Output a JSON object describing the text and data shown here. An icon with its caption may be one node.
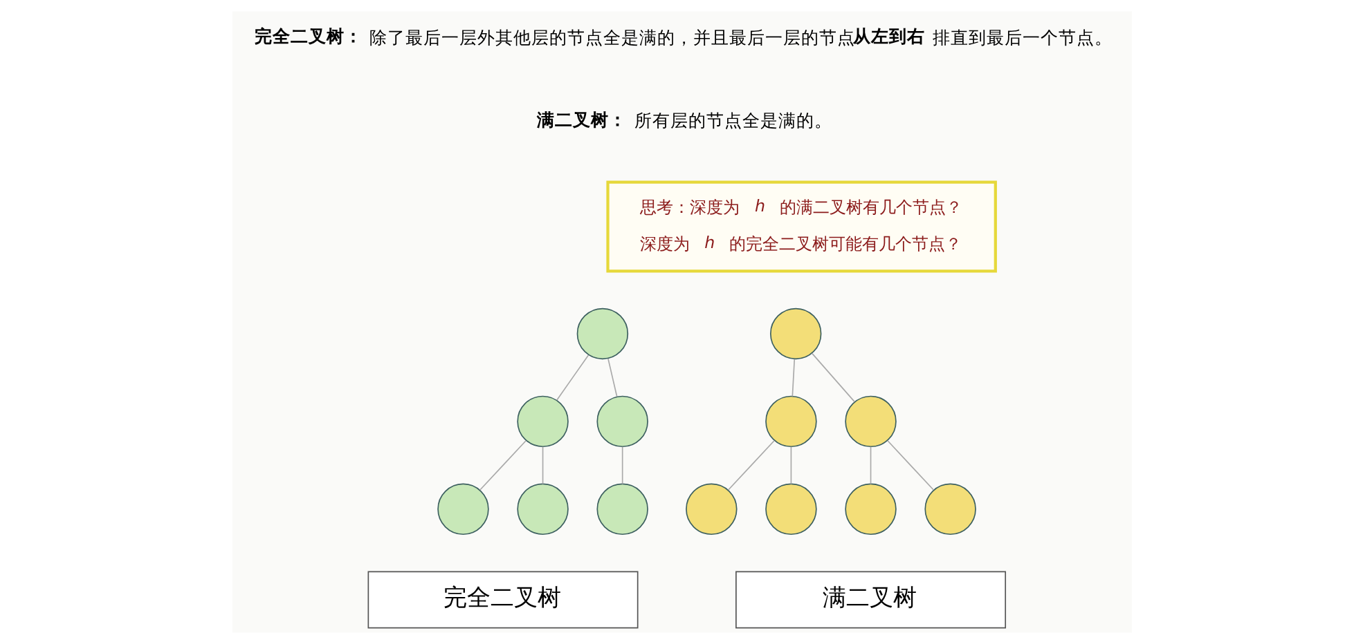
{
  "diagram": {
    "nodes": [
      {
        "text": [
          "思考：深度为 *h* 的满二叉树有几个节点？",
          "深度为 *h* 的完全二叉树可能有几个节点？"
        ]
      },
      {
        "text": [],
        "shape": "circle"
      },
      {
        "text": [],
        "shape": "circle"
      },
      {
        "text": [],
        "shape": "circle"
      },
      {
        "text": [],
        "shape": "circle"
      },
      {
        "text": [],
        "shape": "circle"
      },
      {
        "text": [],
        "shape": "circle"
      },
      {
        "text": [],
        "shape": "circle"
      },
      {
        "text": [],
        "shape": "circle"
      },
      {
        "text": [],
        "shape": "circle"
      },
      {
        "text": [],
        "shape": "circle"
      },
      {
        "text": [],
        "shape": "circle"
      },
      {
        "text": [],
        "shape": "circle"
      },
      {
        "text": [],
        "shape": "circle"
      },
      {
        "text": [
          "完全二叉树"
        ]
      },
      {
        "text": [
          "满二叉树"
        ]
      }
    ],
    "edges": [
      {
        "from": 1,
        "to": 2,
        "arrow": "none"
      },
      {
        "from": 1,
        "to": 3,
        "arrow": "none"
      },
      {
        "from": 2,
        "to": 4,
        "arrow": "none"
      },
      {
        "from": 2,
        "to": 5,
        "arrow": "none"
      },
      {
        "from": 3,
        "to": 6,
        "arrow": "none"
      },
      {
        "from": 7,
        "to": 8,
        "arrow": "none"
      },
      {
        "from": 7,
        "to": 9,
        "arrow": "none"
      },
      {
        "from": 8,
        "to": 10,
        "arrow": "none"
      },
      {
        "from": 8,
        "to": 11,
        "arrow": "none"
      },
      {
        "from": 9,
        "to": 12,
        "arrow": "none"
      },
      {
        "from": 9,
        "to": 13,
        "arrow": "none"
      }
    ],
    "labels": [
      "**完全二叉树：**除了最后一层外其他层的节点全是满的，并且最后一层的节点**从左到右**排直到最后一个节点。",
      "**满二叉树：**所有层的节点全是满的。"
    ]
  }
}
